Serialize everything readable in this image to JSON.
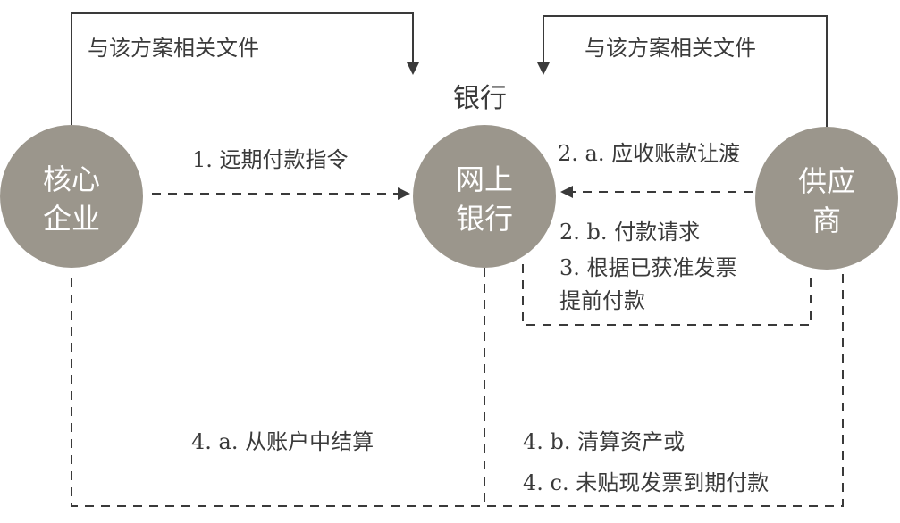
{
  "nodes": {
    "core_enterprise": {
      "line1": "核心",
      "line2": "企业"
    },
    "online_bank": {
      "line1": "网上",
      "line2": "银行"
    },
    "supplier": {
      "line1": "供应",
      "line2": "商"
    }
  },
  "bank_title": "银行",
  "flows": {
    "docs_left": "与该方案相关文件",
    "docs_right": "与该方案相关文件",
    "step1": "1. 远期付款指令",
    "step2a": "2. a. 应收账款让渡",
    "step2b": "2. b. 付款请求",
    "step3_line1": "3. 根据已获准发票",
    "step3_line2": "提前付款",
    "step4a": "4. a. 从账户中结算",
    "step4b": "4. b. 清算资产或",
    "step4c": "4. c. 未贴现发票到期付款"
  },
  "colors": {
    "node_fill": "#9b968c",
    "node_text": "#ffffff",
    "line": "#3a3a3a"
  }
}
